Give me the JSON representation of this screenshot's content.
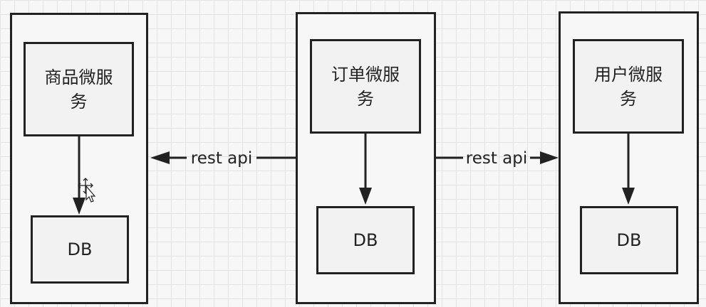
{
  "services": [
    {
      "name": "商品微服\n务",
      "db": "DB"
    },
    {
      "name": "订单微服\n务",
      "db": "DB"
    },
    {
      "name": "用户微服\n务",
      "db": "DB"
    }
  ],
  "edges": [
    {
      "label": "rest api"
    },
    {
      "label": "rest api"
    }
  ],
  "colors": {
    "line": "#222222",
    "background": "#f7f7f7",
    "grid": "#e2e2e2"
  }
}
